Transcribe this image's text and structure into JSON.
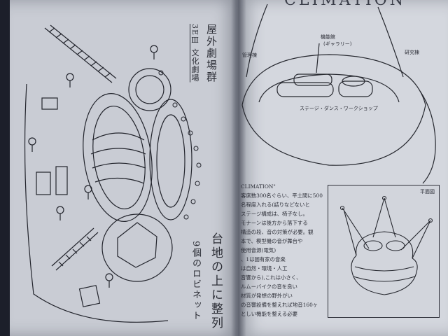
{
  "header": {
    "title": "CLIMATION"
  },
  "left_page": {
    "title": "屋外劇場群",
    "subtitle": "3EⅢ 文化劇場",
    "caption_line1": "台地の上に整列",
    "caption_line2": "9個のロビネット"
  },
  "right_page": {
    "labels": {
      "upper": "機能館",
      "upper_note": "(ギャラリー)",
      "left_area": "管理棟",
      "right_area": "研究棟",
      "stage": "ステージ・ダンス・ワークショップ"
    },
    "body_lines": [
      "CLIMATION\"",
      "客席数300名ぐらい、平土間に500",
      "名程度入れる(詰りなどないと",
      "",
      "ステージ構成は、椅子なし。",
      "モナーンは後方から落下する",
      "構造の段、音の対策が必要。観",
      "本で、模型機の音が舞台や",
      "使用音源(電気)",
      "、1は固有家の音楽",
      "は自然・環境・人工",
      "音響から),これは小さく、",
      "ルムーバイクの音を良い",
      "",
      "材質が発想の野外がい",
      "の音響設備を整えれば地音160ヶ",
      "としい機能を整える必要"
    ],
    "inset_label": "平面図"
  }
}
